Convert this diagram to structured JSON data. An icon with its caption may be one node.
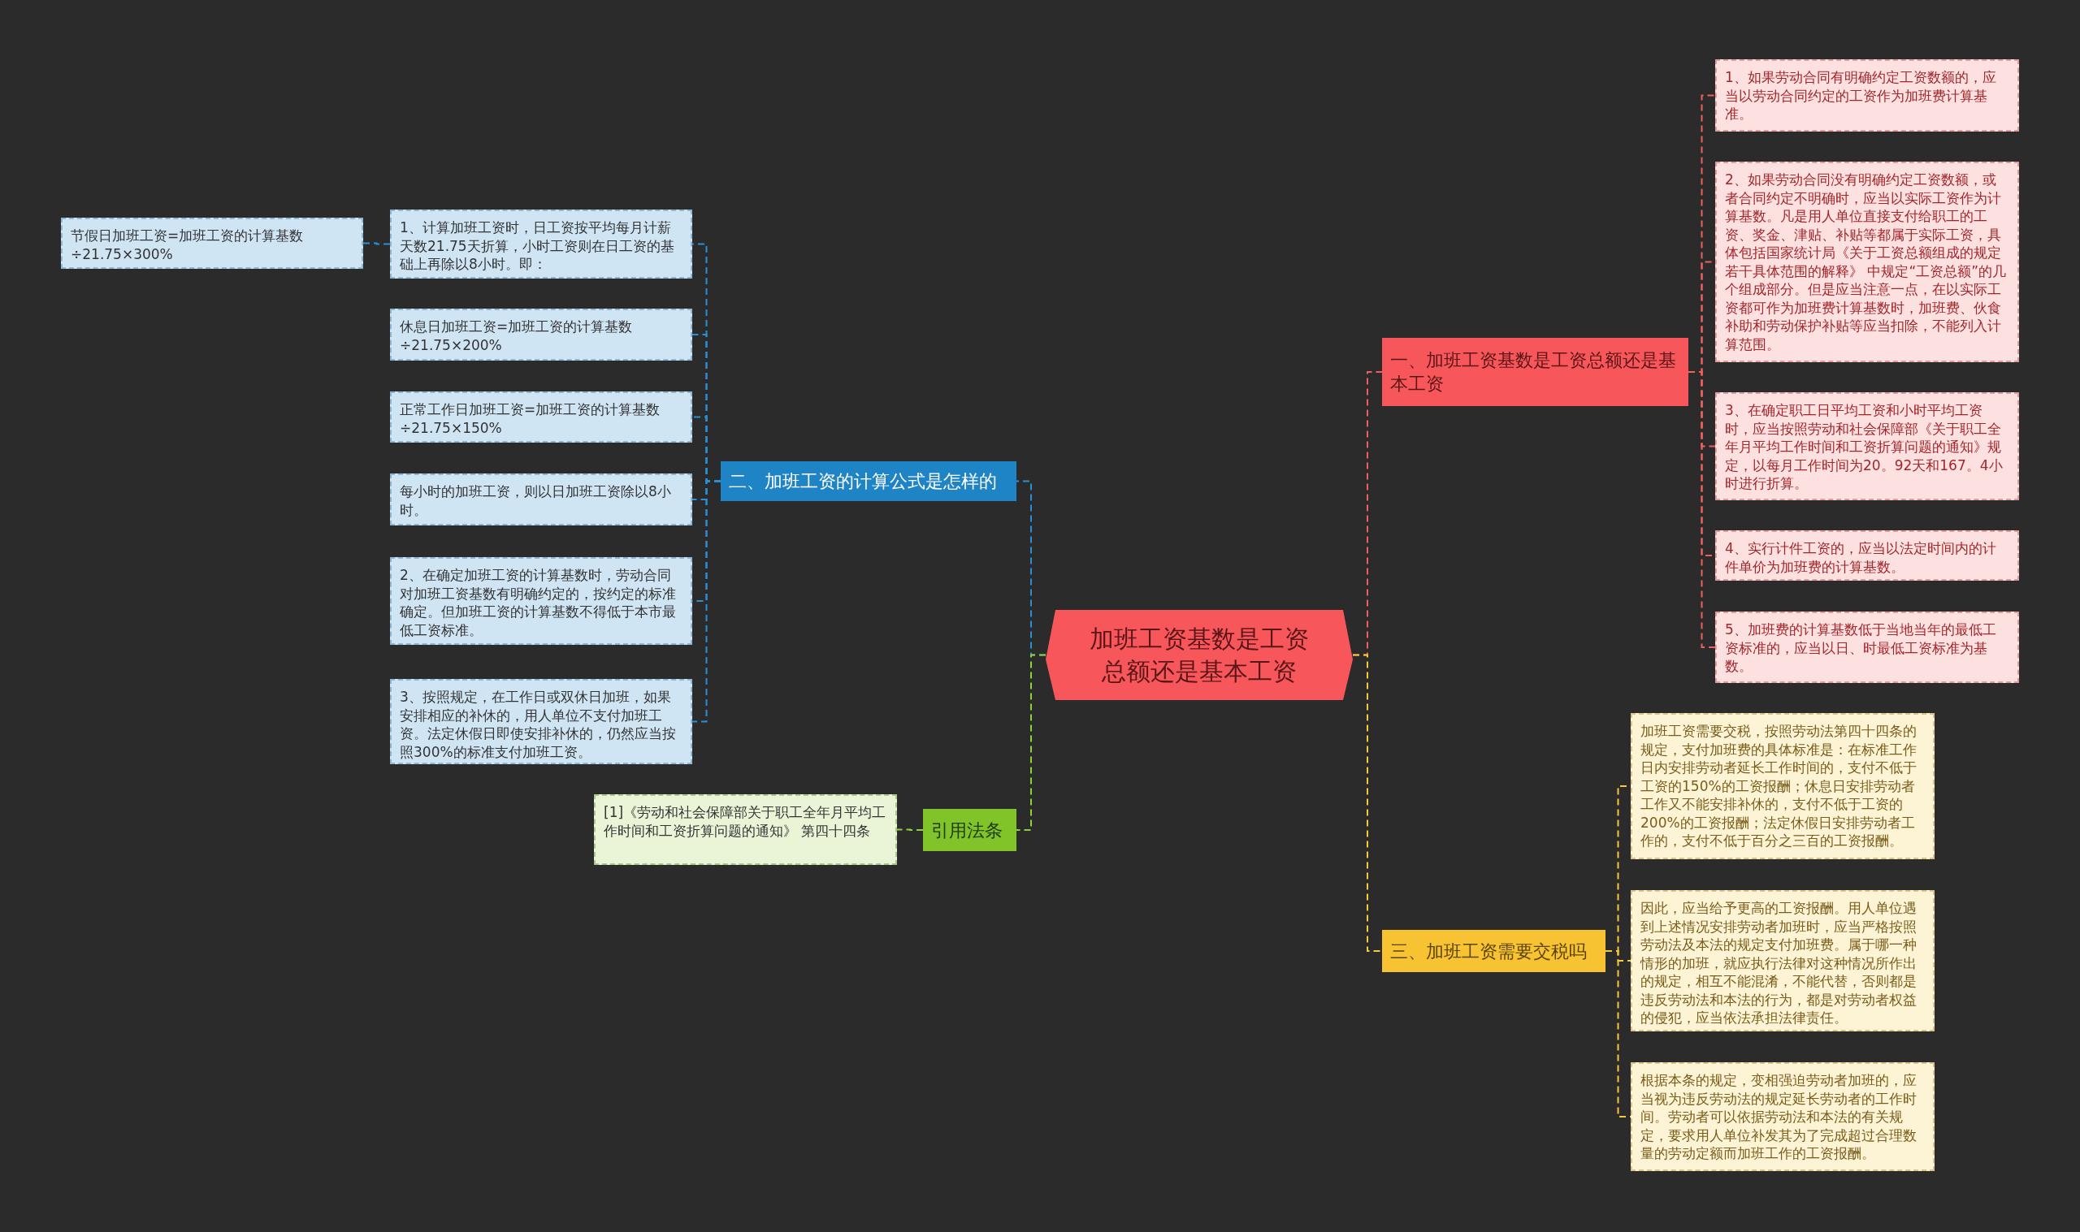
{
  "diagram": {
    "nodes": [
      {
        "text": [
          "加班工资基数是工资总额还是基本工资"
        ]
      },
      {
        "text": [
          "二、加班工资的计算公式是怎样的"
        ]
      },
      {
        "text": [
          "1、计算加班工资时，日工资按平均每月计薪天数21.75天折算，小时工资则在日工资的基础上再除以8小时。即："
        ]
      },
      {
        "text": [
          "节假日加班工资=加班工资的计算基数÷21.75×300%"
        ]
      },
      {
        "text": [
          "休息日加班工资=加班工资的计算基数÷21.75×200%"
        ]
      },
      {
        "text": [
          "正常工作日加班工资=加班工资的计算基数÷21.75×150%"
        ]
      },
      {
        "text": [
          "每小时的加班工资，则以日加班工资除以8小时。"
        ]
      },
      {
        "text": [
          "2、在确定加班工资的计算基数时，劳动合同对加班工资基数有明确约定的，按约定的标准确定。但加班工资的计算基数不得低于本市最低工资标准。"
        ]
      },
      {
        "text": [
          "3、按照规定，在工作日或双休日加班，如果安排相应的补休的，用人单位不支付加班工资。法定休假日即使安排补休的，仍然应当按照300%的标准支付加班工资。"
        ]
      },
      {
        "text": [
          "引用法条"
        ]
      },
      {
        "text": [
          "[1]《劳动和社会保障部关于职工全年月平均工作时间和工资折算问题的通知》 第四十四条"
        ]
      },
      {
        "text": [
          "一、加班工资基数是工资总额还是基本工资"
        ]
      },
      {
        "text": [
          "1、如果劳动合同有明确约定工资数额的，应当以劳动合同约定的工资作为加班费计算基准。"
        ]
      },
      {
        "text": [
          "2、如果劳动合同没有明确约定工资数额，或者合同约定不明确时，应当以实际工资作为计算基数。凡是用人单位直接支付给职工的工资、奖金、津贴、补贴等都属于实际工资，具体包括国家统计局《关于工资总额组成的规定若干具体范围的解释》 中规定“工资总额”的几个组成部分。但是应当注意一点，在以实际工资都可作为加班费计算基数时，加班费、伙食补助和劳动保护补贴等应当扣除，不能列入计算范围。"
        ]
      },
      {
        "text": [
          "3、在确定职工日平均工资和小时平均工资时，应当按照劳动和社会保障部《关于职工全年月平均工作时间和工资折算问题的通知》规定，以每月工作时间为20。92天和167。4小时进行折算。"
        ]
      },
      {
        "text": [
          "4、实行计件工资的，应当以法定时间内的计件单价为加班费的计算基数。"
        ]
      },
      {
        "text": [
          "5、加班费的计算基数低于当地当年的最低工资标准的，应当以日、时最低工资标准为基数。"
        ]
      },
      {
        "text": [
          "三、加班工资需要交税吗"
        ]
      },
      {
        "text": [
          "加班工资需要交税，按照劳动法第四十四条的规定，支付加班费的具体标准是：在标准工作日内安排劳动者延长工作时间的，支付不低于工资的150%的工资报酬；休息日安排劳动者工作又不能安排补休的，支付不低于工资的200%的工资报酬；法定休假日安排劳动者工作的，支付不低于百分之三百的工资报酬。"
        ]
      },
      {
        "text": [
          "因此，应当给予更高的工资报酬。用人单位遇到上述情况安排劳动者加班时，应当严格按照劳动法及本法的规定支付加班费。属于哪一种情形的加班，就应执行法律对这种情况所作出的规定，相互不能混淆，不能代替，否则都是违反劳动法和本法的行为，都是对劳动者权益的侵犯，应当依法承担法律责任。"
        ]
      },
      {
        "text": [
          "根据本条的规定，变相强迫劳动者加班的，应当视为违反劳动法的规定延长劳动者的工作时间。劳动者可以依据劳动法和本法的有关规定，要求用人单位补发其为了完成超过合理数量的劳动定额而加班工作的工资报酬。"
        ]
      }
    ],
    "edges": [
      {
        "from": 0,
        "to": 1,
        "arrow": "none",
        "style": "dashed",
        "color": "#2b8fd6"
      },
      {
        "from": 1,
        "to": 2,
        "arrow": "none",
        "style": "dashed",
        "color": "#2b8fd6"
      },
      {
        "from": 2,
        "to": 3,
        "arrow": "none",
        "style": "dashed",
        "color": "#2b8fd6"
      },
      {
        "from": 1,
        "to": 4,
        "arrow": "none",
        "style": "dashed",
        "color": "#2b8fd6"
      },
      {
        "from": 1,
        "to": 5,
        "arrow": "none",
        "style": "dashed",
        "color": "#2b8fd6"
      },
      {
        "from": 1,
        "to": 6,
        "arrow": "none",
        "style": "dashed",
        "color": "#2b8fd6"
      },
      {
        "from": 1,
        "to": 7,
        "arrow": "none",
        "style": "dashed",
        "color": "#2b8fd6"
      },
      {
        "from": 1,
        "to": 8,
        "arrow": "none",
        "style": "dashed",
        "color": "#2b8fd6"
      },
      {
        "from": 0,
        "to": 9,
        "arrow": "none",
        "style": "dashed",
        "color": "#8fd13a"
      },
      {
        "from": 9,
        "to": 10,
        "arrow": "none",
        "style": "dashed",
        "color": "#8fd13a"
      },
      {
        "from": 0,
        "to": 11,
        "arrow": "none",
        "style": "dashed",
        "color": "#f0605f"
      },
      {
        "from": 11,
        "to": 12,
        "arrow": "none",
        "style": "dashed",
        "color": "#f0605f"
      },
      {
        "from": 11,
        "to": 13,
        "arrow": "none",
        "style": "dashed",
        "color": "#f0605f"
      },
      {
        "from": 11,
        "to": 14,
        "arrow": "none",
        "style": "dashed",
        "color": "#f0605f"
      },
      {
        "from": 11,
        "to": 15,
        "arrow": "none",
        "style": "dashed",
        "color": "#f0605f"
      },
      {
        "from": 11,
        "to": 16,
        "arrow": "none",
        "style": "dashed",
        "color": "#f0605f"
      },
      {
        "from": 0,
        "to": 17,
        "arrow": "none",
        "style": "dashed",
        "color": "#f7c83a"
      },
      {
        "from": 17,
        "to": 18,
        "arrow": "none",
        "style": "dashed",
        "color": "#f7c83a"
      },
      {
        "from": 17,
        "to": 19,
        "arrow": "none",
        "style": "dashed",
        "color": "#f7c83a"
      },
      {
        "from": 17,
        "to": 20,
        "arrow": "none",
        "style": "dashed",
        "color": "#f7c83a"
      }
    ]
  }
}
